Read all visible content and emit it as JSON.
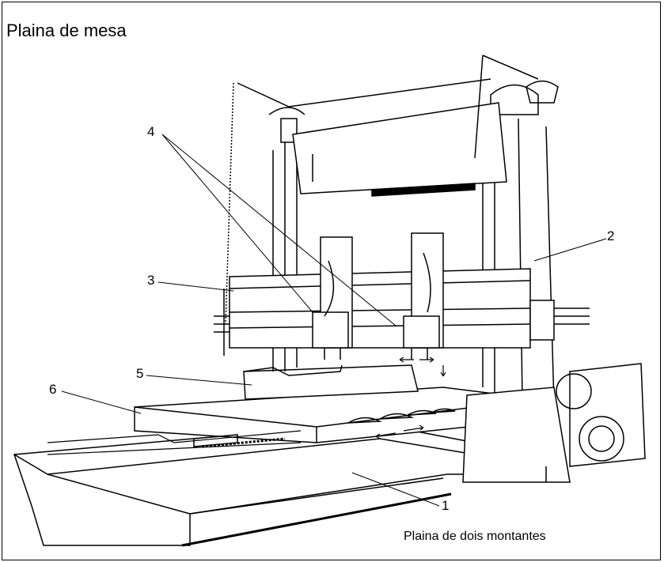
{
  "figure": {
    "title": "Plaina de mesa",
    "caption": "Plaina de dois montantes"
  },
  "callouts": [
    {
      "id": "c4",
      "label": "4"
    },
    {
      "id": "c2",
      "label": "2"
    },
    {
      "id": "c3",
      "label": "3"
    },
    {
      "id": "c5",
      "label": "5"
    },
    {
      "id": "c6",
      "label": "6"
    },
    {
      "id": "c1",
      "label": "1"
    }
  ],
  "colors": {
    "line": "#000000",
    "fill": "#ffffff",
    "shade": "#d8d8d8"
  }
}
